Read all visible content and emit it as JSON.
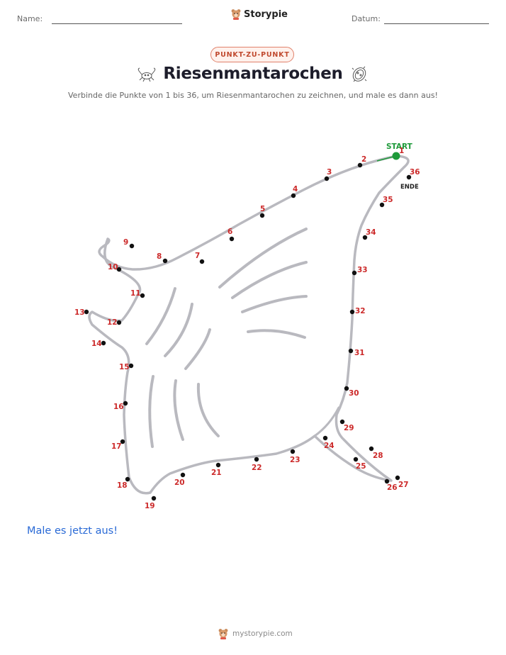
{
  "header": {
    "name_label": "Name:",
    "date_label": "Datum:",
    "logo_text": "Storypie"
  },
  "badge": "PUNKT-ZU-PUNKT",
  "title": "Riesenmantarochen",
  "subtitle": "Verbinde die Punkte von 1 bis 36, um Riesenmantarochen zu zeichnen, und male es dann aus!",
  "puzzle": {
    "start_label": "START",
    "end_label": "ENDE",
    "numbers": [
      "1",
      "2",
      "3",
      "4",
      "5",
      "6",
      "7",
      "8",
      "9",
      "10",
      "11",
      "12",
      "13",
      "14",
      "15",
      "16",
      "17",
      "18",
      "19",
      "20",
      "21",
      "22",
      "23",
      "24",
      "25",
      "26",
      "27",
      "28",
      "29",
      "30",
      "31",
      "32",
      "33",
      "34",
      "35",
      "36"
    ]
  },
  "cta": "Male es jetzt aus!",
  "footer": {
    "url": "mystorypie.com"
  },
  "colors": {
    "badge_text": "#c0492e",
    "number_text": "#cc2a2a",
    "start_marker": "#1e9a3a",
    "cta_text": "#2a6ad6"
  }
}
